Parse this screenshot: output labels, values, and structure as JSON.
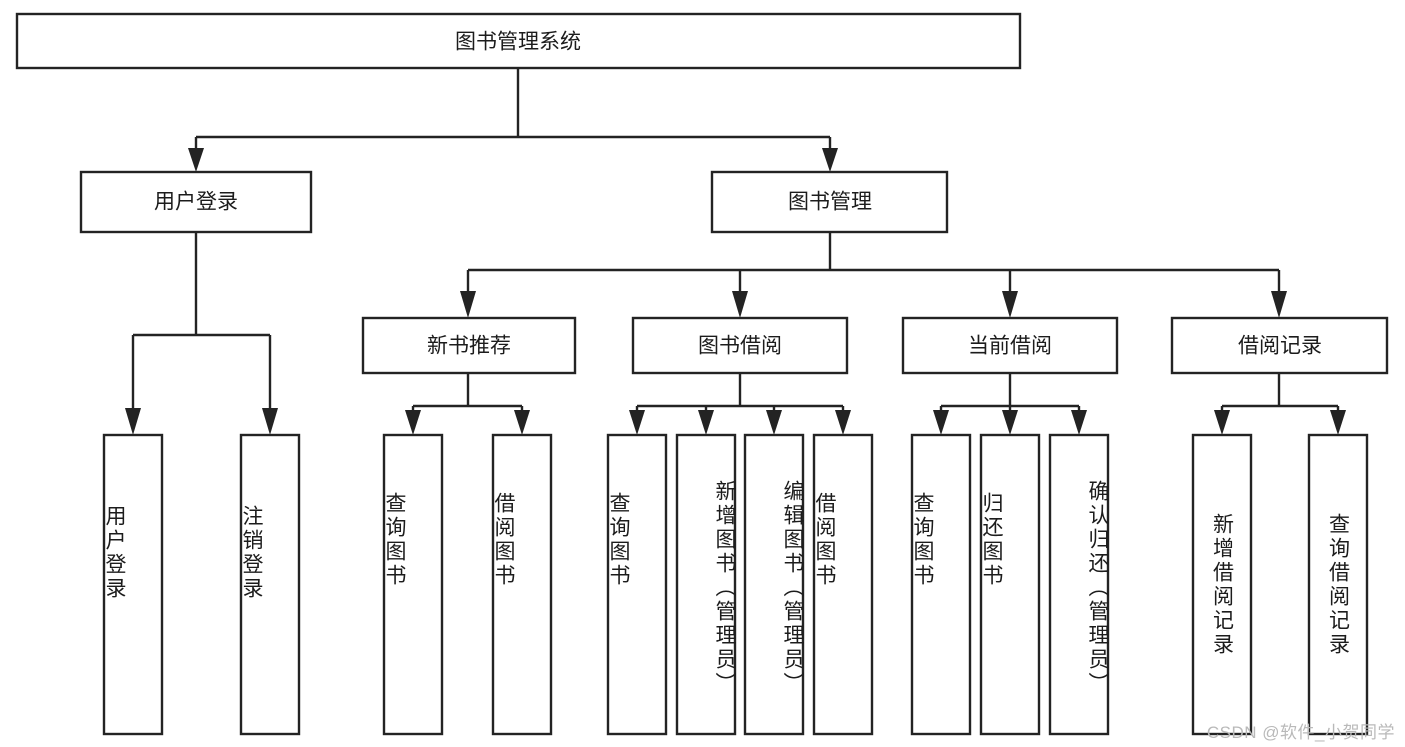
{
  "diagram": {
    "type": "tree-hierarchy-diagram",
    "title": "图书管理系统 功能结构图",
    "root": {
      "id": "root",
      "label": "图书管理系统"
    },
    "level2": [
      {
        "id": "user-login",
        "label": "用户登录"
      },
      {
        "id": "book-management",
        "label": "图书管理"
      }
    ],
    "level3": [
      {
        "id": "new-book-recommend",
        "label": "新书推荐",
        "parent": "book-management"
      },
      {
        "id": "book-borrow",
        "label": "图书借阅",
        "parent": "book-management"
      },
      {
        "id": "current-borrow",
        "label": "当前借阅",
        "parent": "book-management"
      },
      {
        "id": "borrow-record",
        "label": "借阅记录",
        "parent": "book-management"
      }
    ],
    "leaves": {
      "user-login": [
        {
          "id": "leaf-user-login",
          "label": "用户登录"
        },
        {
          "id": "leaf-user-logout",
          "label": "注销登录"
        }
      ],
      "new-book-recommend": [
        {
          "id": "leaf-query-book-1",
          "label": "查询图书"
        },
        {
          "id": "leaf-borrow-book-1",
          "label": "借阅图书"
        }
      ],
      "book-borrow": [
        {
          "id": "leaf-query-book-2",
          "label": "查询图书"
        },
        {
          "id": "leaf-add-book",
          "label": "新增图书（管理员）"
        },
        {
          "id": "leaf-edit-book",
          "label": "编辑图书（管理员）"
        },
        {
          "id": "leaf-borrow-book-2",
          "label": "借阅图书"
        }
      ],
      "current-borrow": [
        {
          "id": "leaf-query-book-3",
          "label": "查询图书"
        },
        {
          "id": "leaf-return-book",
          "label": "归还图书"
        },
        {
          "id": "leaf-confirm-return",
          "label": "确认归还（管理员）"
        }
      ],
      "borrow-record": [
        {
          "id": "leaf-add-record",
          "label": "新增借阅记录"
        },
        {
          "id": "leaf-query-record",
          "label": "查询借阅记录"
        }
      ]
    },
    "watermark": "CSDN @软件_小贺同学",
    "colors": {
      "background": "#ffffff",
      "box_fill": "#ffffff",
      "box_stroke": "#232323",
      "text": "#1c1c1c",
      "watermark": "#b9b9b9"
    }
  }
}
